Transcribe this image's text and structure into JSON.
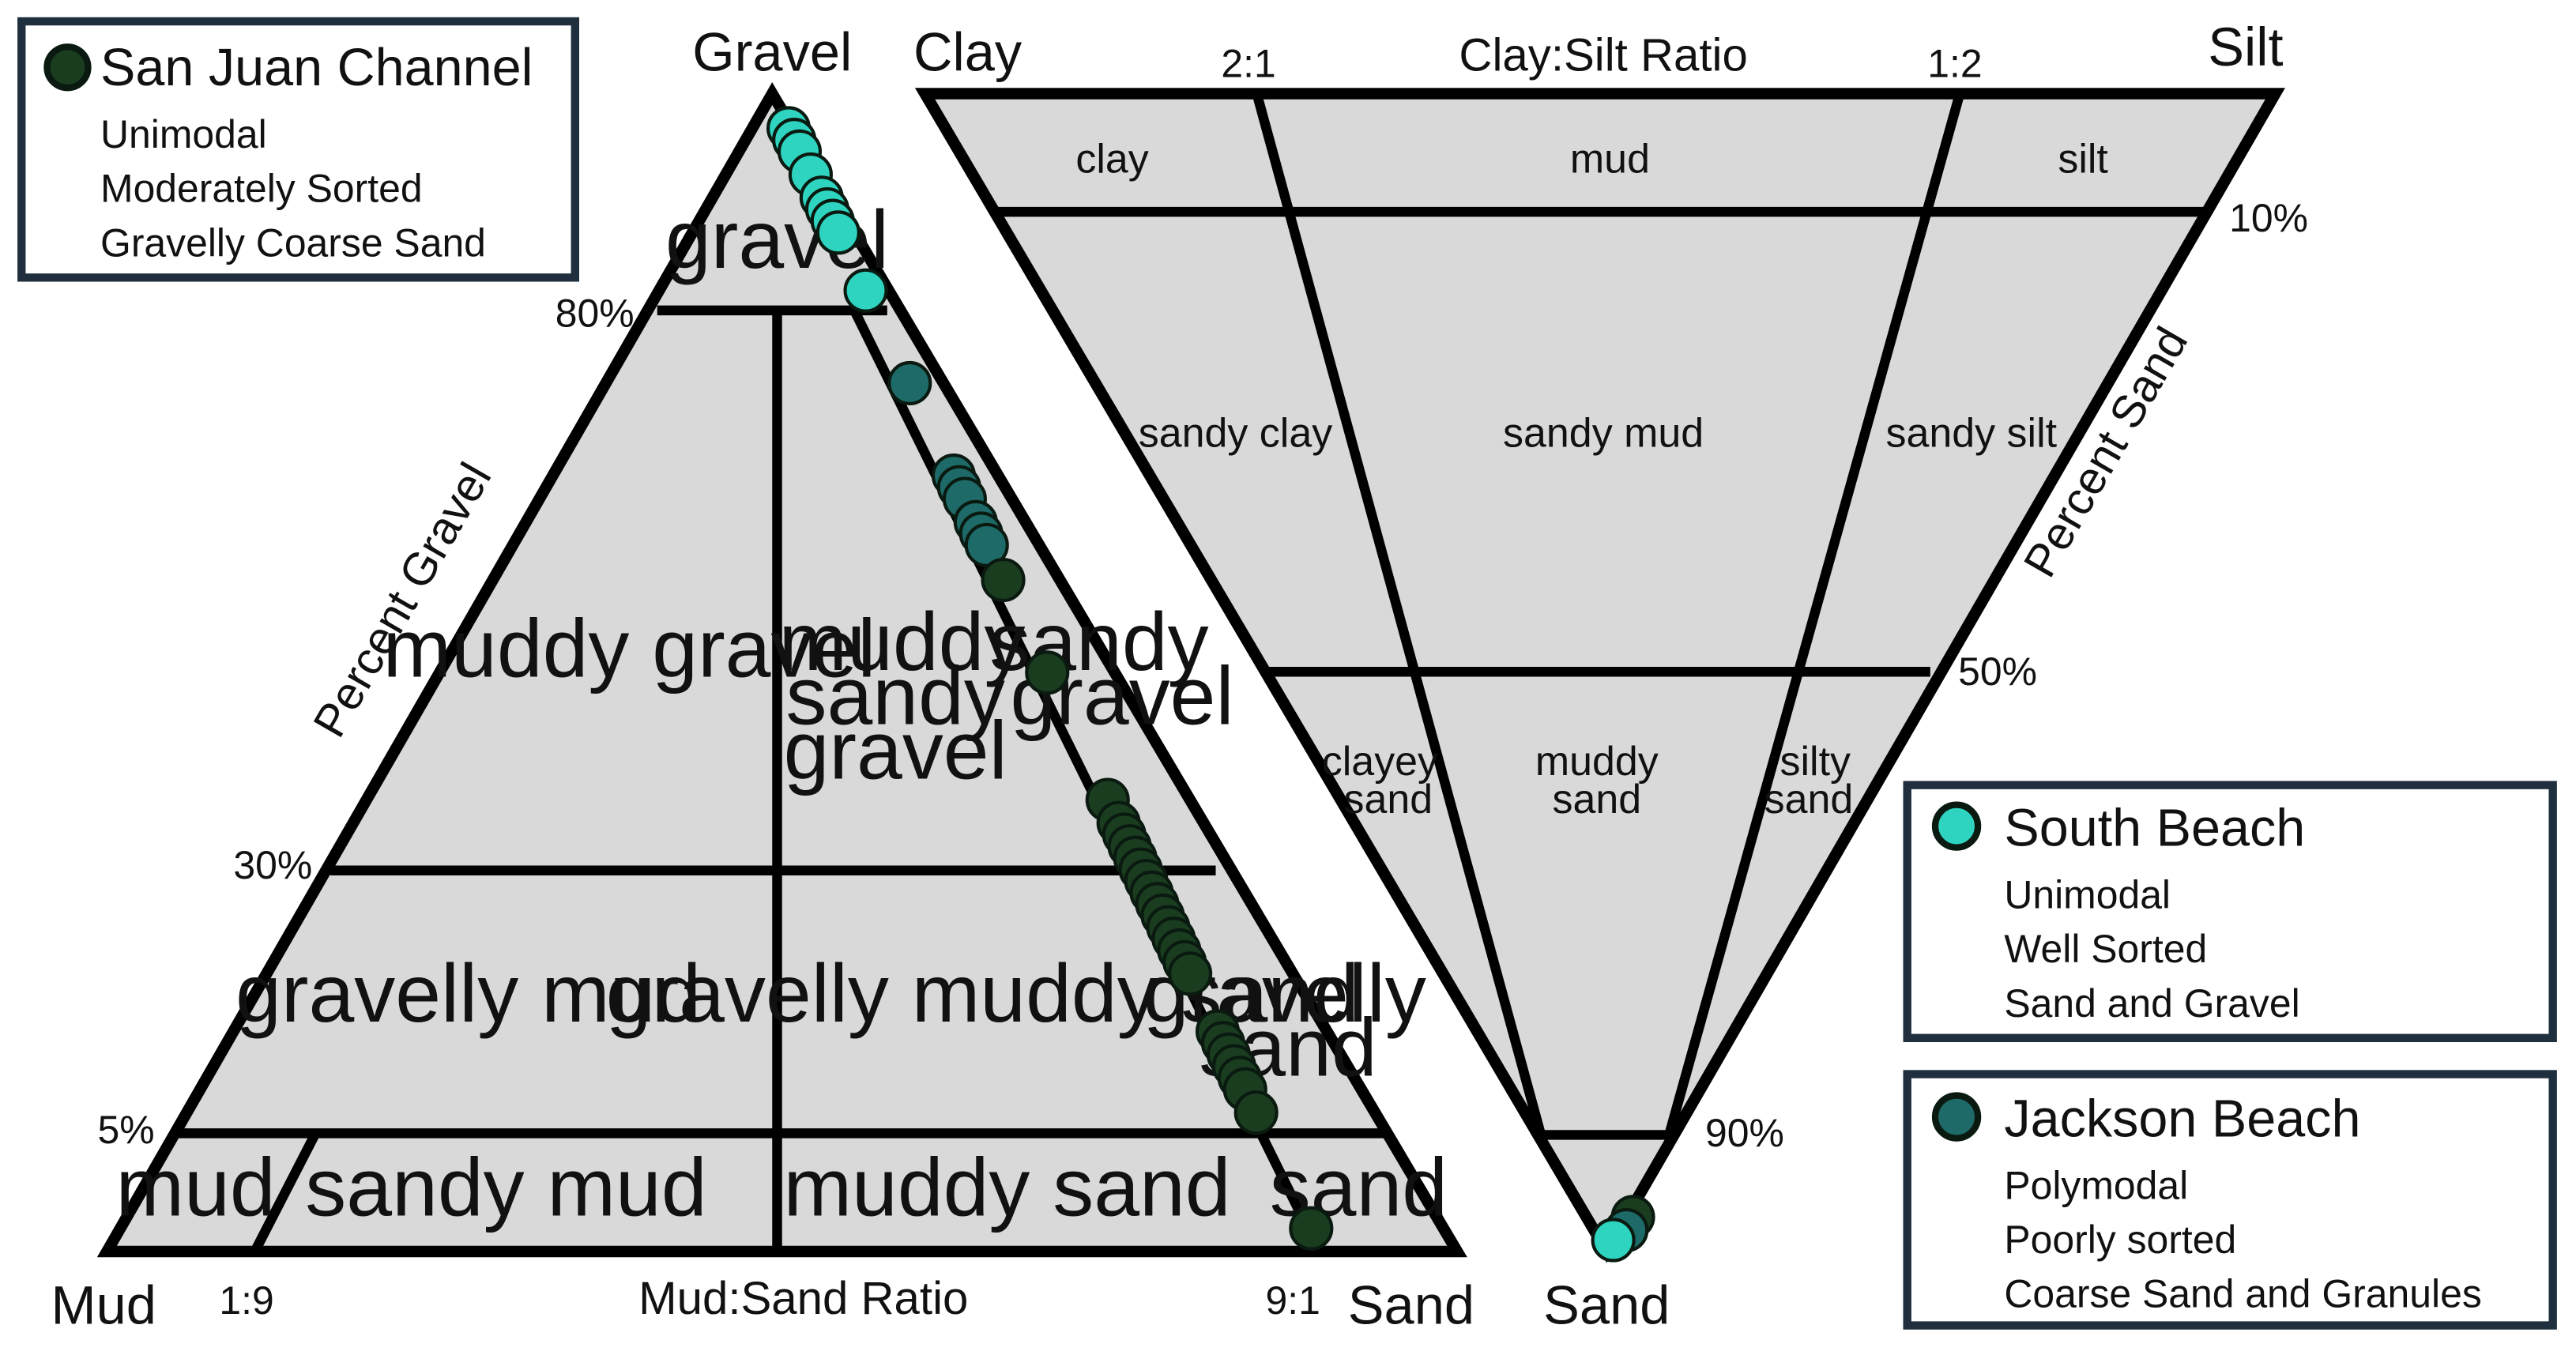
{
  "colors": {
    "san_juan_channel": "#1a3d1f",
    "south_beach": "#2ed4c0",
    "jackson_beach": "#1e6a68",
    "field_fill": "#d9d9d9"
  },
  "left_diagram": {
    "vertices": {
      "top": "Gravel",
      "left": "Mud",
      "right": "Sand"
    },
    "axis_title": "Percent Gravel",
    "bottom_axis_title": "Mud:Sand Ratio",
    "ticks_gravel": [
      "80%",
      "30%",
      "5%"
    ],
    "ticks_ratio": [
      "1:9",
      "9:1"
    ],
    "regions": {
      "gravel": "gravel",
      "muddy_gravel": "muddy gravel",
      "muddy_sandy_gravel": [
        "muddy",
        "sandy",
        "gravel"
      ],
      "sandy_gravel": [
        "sandy",
        "gravel"
      ],
      "gravelly_mud": "gravelly mud",
      "gravelly_muddy_sand": "gravelly muddy sand",
      "gravelly_sand": [
        "gravelly",
        "sand"
      ],
      "mud": "mud",
      "sandy_mud": "sandy mud",
      "muddy_sand": "muddy sand",
      "sand": "sand"
    }
  },
  "right_diagram": {
    "vertices": {
      "left": "Clay",
      "right": "Silt",
      "bottom": "Sand"
    },
    "top_axis_title": "Clay:Silt Ratio",
    "axis_title": "Percent Sand",
    "ticks_ratio": [
      "2:1",
      "1:2"
    ],
    "ticks_sand": [
      "10%",
      "50%",
      "90%"
    ],
    "regions": {
      "clay": "clay",
      "mud": "mud",
      "silt": "silt",
      "sandy_clay": "sandy clay",
      "sandy_mud": "sandy mud",
      "sandy_silt": "sandy silt",
      "clayey_sand": [
        "clayey",
        "sand"
      ],
      "muddy_sand": [
        "muddy",
        "sand"
      ],
      "silty_sand": [
        "silty",
        "sand"
      ]
    }
  },
  "legends": [
    {
      "key": "san_juan_channel",
      "title": "San Juan Channel",
      "lines": [
        "Unimodal",
        "Moderately Sorted",
        "Gravelly Coarse Sand"
      ]
    },
    {
      "key": "south_beach",
      "title": "South Beach",
      "lines": [
        "Unimodal",
        "Well Sorted",
        "Sand and Gravel"
      ]
    },
    {
      "key": "jackson_beach",
      "title": "Jackson Beach",
      "lines": [
        "Polymodal",
        "Poorly sorted",
        "Coarse Sand and Granules"
      ]
    }
  ],
  "samples": {
    "south_beach": [
      {
        "gravel_pct": 97,
        "mud_sand_ratio": 0.9
      },
      {
        "gravel_pct": 96,
        "mud_sand_ratio": 0.9
      },
      {
        "gravel_pct": 95,
        "mud_sand_ratio": 0.9
      },
      {
        "gravel_pct": 93,
        "mud_sand_ratio": 0.9
      },
      {
        "gravel_pct": 91,
        "mud_sand_ratio": 0.9
      },
      {
        "gravel_pct": 90,
        "mud_sand_ratio": 0.9
      },
      {
        "gravel_pct": 89,
        "mud_sand_ratio": 0.9
      },
      {
        "gravel_pct": 88,
        "mud_sand_ratio": 0.9
      },
      {
        "gravel_pct": 83,
        "mud_sand_ratio": 0.9
      }
    ],
    "jackson_beach": [
      {
        "gravel_pct": 75,
        "mud_sand_ratio": 0.9
      },
      {
        "gravel_pct": 67,
        "mud_sand_ratio": 0.9
      },
      {
        "gravel_pct": 66,
        "mud_sand_ratio": 0.9
      },
      {
        "gravel_pct": 65,
        "mud_sand_ratio": 0.9
      },
      {
        "gravel_pct": 63,
        "mud_sand_ratio": 0.9
      },
      {
        "gravel_pct": 62,
        "mud_sand_ratio": 0.9
      },
      {
        "gravel_pct": 61,
        "mud_sand_ratio": 0.9
      }
    ],
    "san_juan_channel": [
      {
        "gravel_pct": 58,
        "mud_sand_ratio": 0.9
      },
      {
        "gravel_pct": 50,
        "mud_sand_ratio": 0.9
      },
      {
        "gravel_pct": 39,
        "mud_sand_ratio": 0.9
      },
      {
        "gravel_pct": 37,
        "mud_sand_ratio": 0.9
      },
      {
        "gravel_pct": 36,
        "mud_sand_ratio": 0.9
      },
      {
        "gravel_pct": 35,
        "mud_sand_ratio": 0.9
      },
      {
        "gravel_pct": 34,
        "mud_sand_ratio": 0.9
      },
      {
        "gravel_pct": 33,
        "mud_sand_ratio": 0.9
      },
      {
        "gravel_pct": 32,
        "mud_sand_ratio": 0.9
      },
      {
        "gravel_pct": 31,
        "mud_sand_ratio": 0.9
      },
      {
        "gravel_pct": 30,
        "mud_sand_ratio": 0.9
      },
      {
        "gravel_pct": 29,
        "mud_sand_ratio": 0.9
      },
      {
        "gravel_pct": 28,
        "mud_sand_ratio": 0.9
      },
      {
        "gravel_pct": 27,
        "mud_sand_ratio": 0.9
      },
      {
        "gravel_pct": 26,
        "mud_sand_ratio": 0.9
      },
      {
        "gravel_pct": 25,
        "mud_sand_ratio": 0.9
      },
      {
        "gravel_pct": 24,
        "mud_sand_ratio": 0.9
      },
      {
        "gravel_pct": 19,
        "mud_sand_ratio": 0.9
      },
      {
        "gravel_pct": 18,
        "mud_sand_ratio": 0.9
      },
      {
        "gravel_pct": 17,
        "mud_sand_ratio": 0.9
      },
      {
        "gravel_pct": 16,
        "mud_sand_ratio": 0.9
      },
      {
        "gravel_pct": 15,
        "mud_sand_ratio": 0.9
      },
      {
        "gravel_pct": 14,
        "mud_sand_ratio": 0.9
      },
      {
        "gravel_pct": 12,
        "mud_sand_ratio": 0.9
      },
      {
        "gravel_pct": 2,
        "mud_sand_ratio": 0.9
      }
    ],
    "sand_corner": [
      {
        "key": "san_juan_channel",
        "sand_pct": 99
      },
      {
        "key": "jackson_beach",
        "sand_pct": 99
      },
      {
        "key": "south_beach",
        "sand_pct": 99
      }
    ]
  }
}
